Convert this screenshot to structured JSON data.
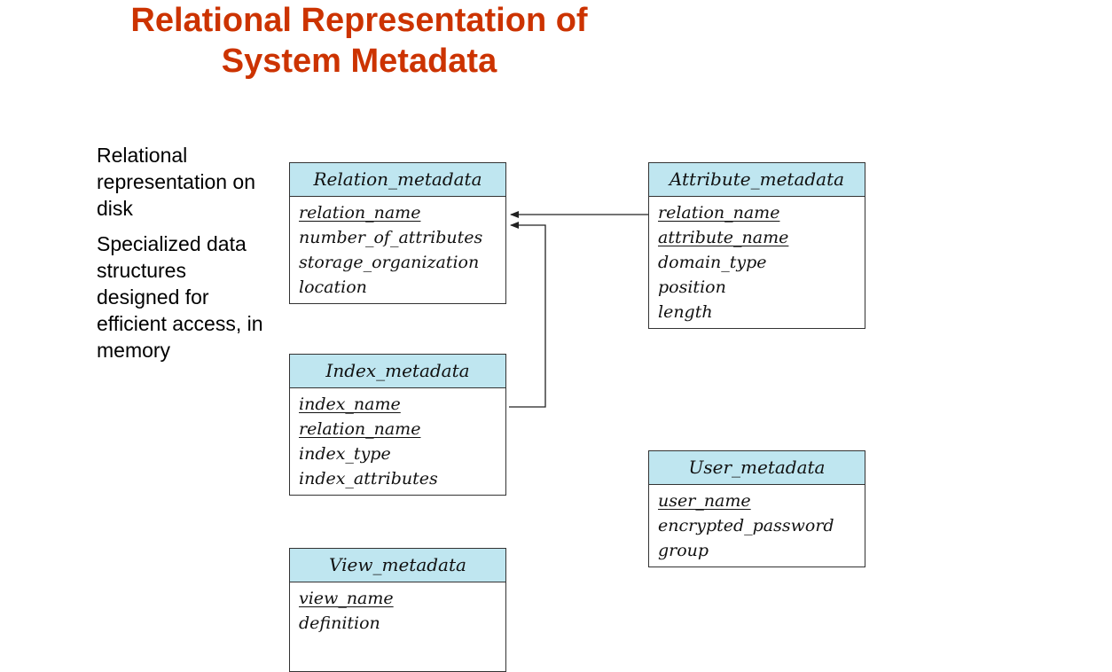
{
  "title": {
    "line1": "Relational Representation of",
    "line2": "System Metadata"
  },
  "sidebar": {
    "note1": "Relational representation on disk",
    "note2": "Specialized data structures designed for efficient access, in memory"
  },
  "tables": {
    "relation": {
      "name": "Relation_metadata",
      "attrs": [
        "relation_name",
        "number_of_attributes",
        "storage_organization",
        "location"
      ]
    },
    "attribute": {
      "name": "Attribute_metadata",
      "attrs": [
        "relation_name",
        "attribute_name",
        "domain_type",
        "position",
        "length"
      ]
    },
    "index": {
      "name": "Index_metadata",
      "attrs": [
        "index_name",
        "relation_name",
        "index_type",
        "index_attributes"
      ]
    },
    "user": {
      "name": "User_metadata",
      "attrs": [
        "user_name",
        "encrypted_password",
        "group"
      ]
    },
    "view": {
      "name": "View_metadata",
      "attrs": [
        "view_name",
        "definition"
      ]
    }
  },
  "colors": {
    "title": "#cc3300",
    "header_fill": "#bfe6f0",
    "border": "#333333"
  }
}
